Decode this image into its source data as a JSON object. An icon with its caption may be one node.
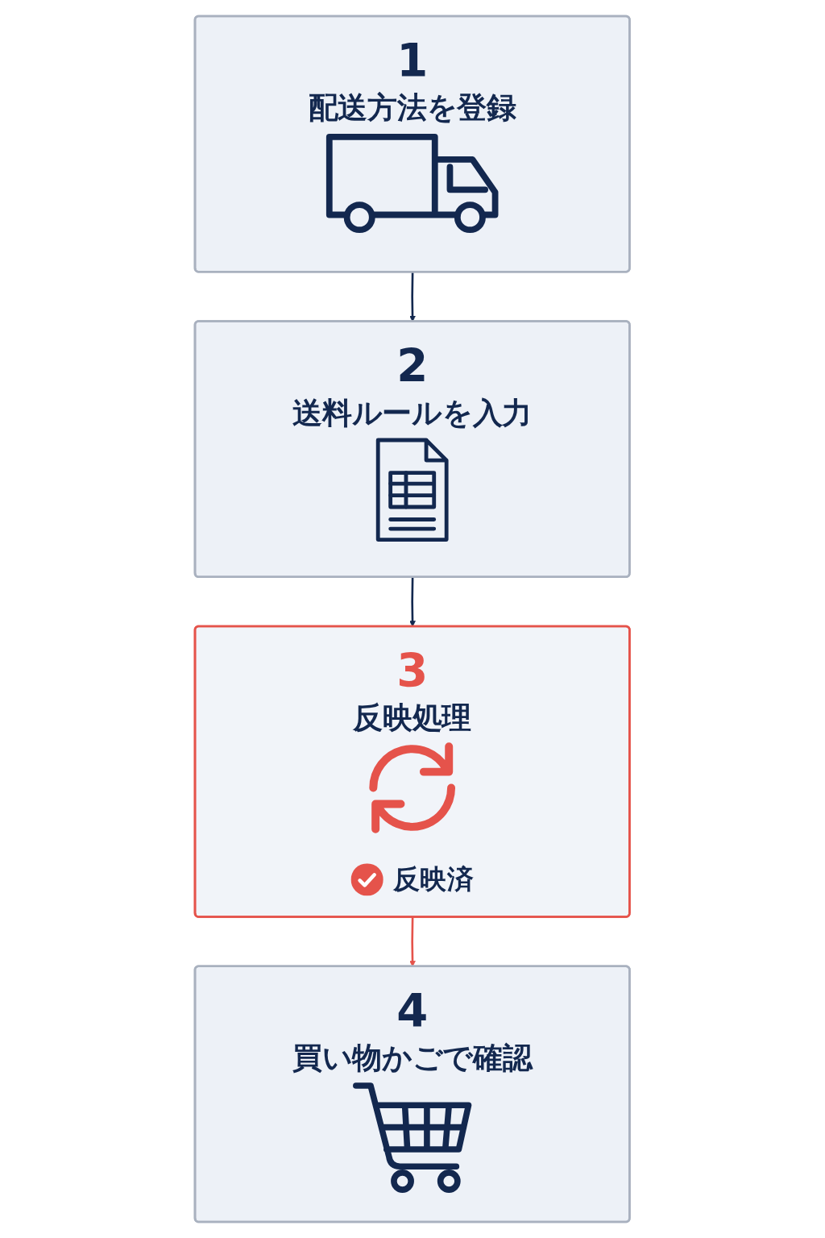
{
  "diagram": {
    "nodes": [
      {
        "text": [
          "1",
          "配送方法を登録"
        ]
      },
      {
        "text": [
          "2",
          "送料ルールを入力"
        ]
      },
      {
        "text": [
          "3",
          "反映処理",
          "反映済"
        ]
      },
      {
        "text": [
          "4",
          "買い物かごで確認"
        ]
      }
    ],
    "edges": [
      {
        "from": 0,
        "to": 1,
        "arrow": "to"
      },
      {
        "from": 1,
        "to": 2,
        "arrow": "to"
      },
      {
        "from": 2,
        "to": 3,
        "arrow": "to",
        "color": "#e5534b"
      }
    ]
  }
}
